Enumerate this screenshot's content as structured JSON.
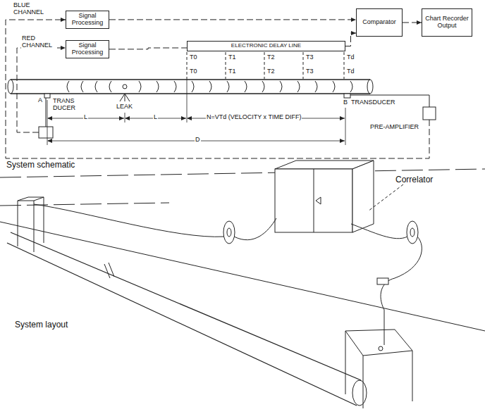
{
  "diagram": {
    "nodes": [
      {
        "text": [
          "Signal Processing"
        ]
      },
      {
        "text": [
          "Signal Processing"
        ]
      },
      {
        "text": [
          "ELECTRONIC DELAY LINE"
        ]
      },
      {
        "text": [
          "Comparator"
        ]
      },
      {
        "text": [
          "Chart Recorder Output"
        ]
      }
    ],
    "edges": [
      {
        "from": 0,
        "to": 3,
        "arrow": "to"
      },
      {
        "from": 1,
        "to": 2,
        "arrow": "none"
      },
      {
        "from": 2,
        "to": 3,
        "arrow": "to"
      },
      {
        "from": 3,
        "to": 4,
        "arrow": "to"
      }
    ],
    "labels": [
      "BLUE CHANNEL",
      "RED CHANNEL",
      "T0",
      "T1",
      "T2",
      "T3",
      "Td",
      "T0",
      "T1",
      "T2",
      "T3",
      "Td",
      "A",
      "TRANS DUCER",
      "LEAK",
      "L",
      "L",
      "N=VTd (VELOCITY x TIME DIFF)",
      "D",
      "B",
      "TRANSDUCER",
      "PRE-AMPLIFIER",
      "System schematic",
      "Correlator",
      "System layout"
    ]
  }
}
